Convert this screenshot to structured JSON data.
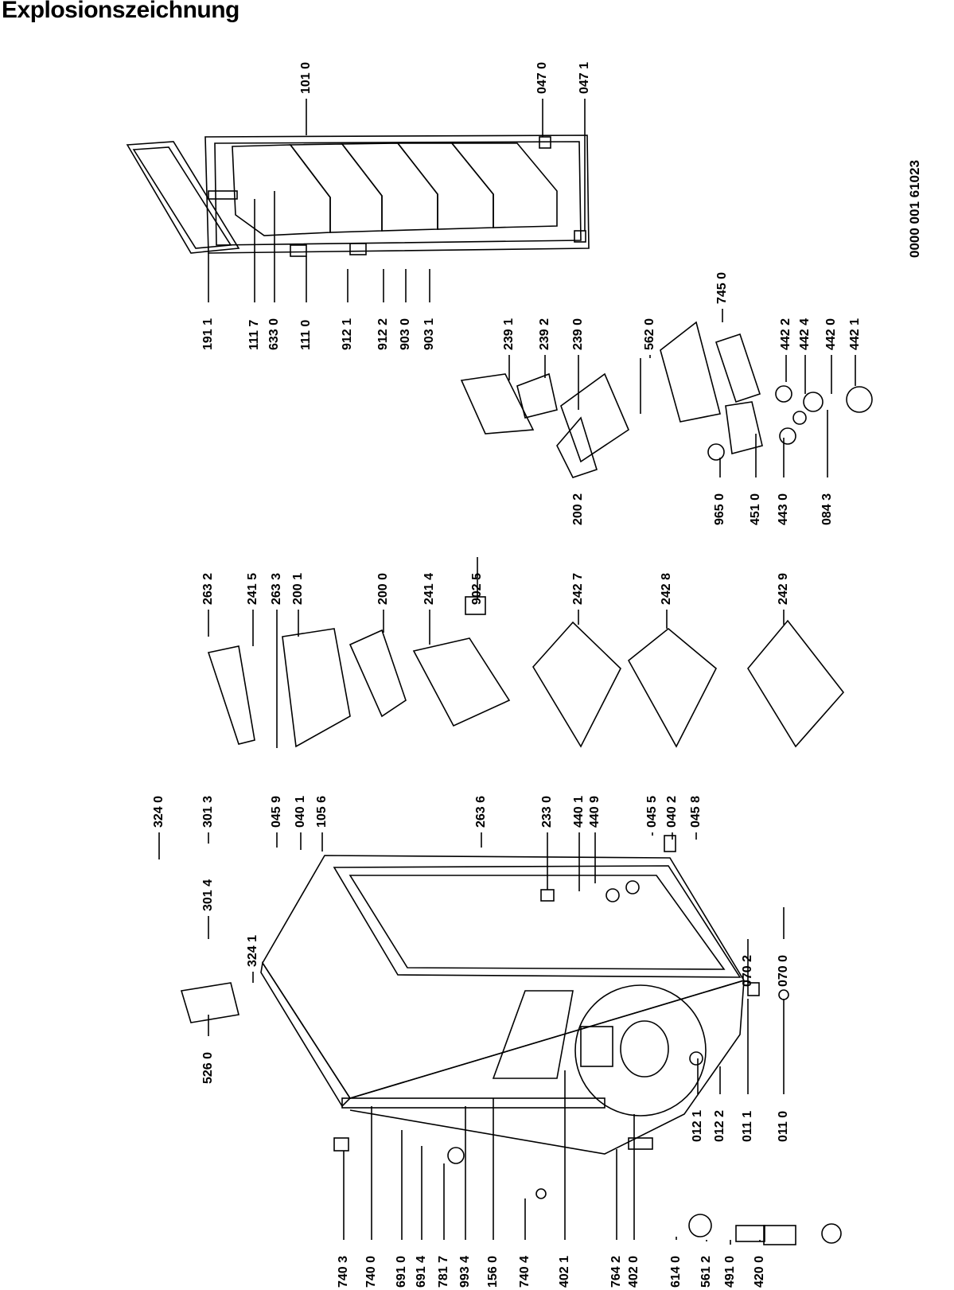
{
  "title": "Explosionszeichnung",
  "drawing_code": "0000 001 61023",
  "part_labels": [
    "101 0",
    "047 0",
    "047 1",
    "191 1",
    "111 7",
    "633 0",
    "111 0",
    "912 1",
    "912 2",
    "903 0",
    "903 1",
    "239 1",
    "239 2",
    "239 0",
    "562 0",
    "745 0",
    "442 2",
    "442 4",
    "442 0",
    "442 1",
    "200 2",
    "965 0",
    "451 0",
    "443 0",
    "084 3",
    "263 2",
    "241 5",
    "263 3",
    "200 1",
    "200 0",
    "241 4",
    "902 5",
    "242 7",
    "242 8",
    "242 9",
    "324 0",
    "301 3",
    "301 4",
    "324 1",
    "526 0",
    "045 9",
    "040 1",
    "105 6",
    "263 6",
    "233 0",
    "440 1",
    "440 9",
    "045 5",
    "040 2",
    "045 8",
    "070 0",
    "070 2",
    "012 1",
    "012 2",
    "011 1",
    "011 0",
    "740 3",
    "740 0",
    "691 0",
    "691 4",
    "781 7",
    "993 4",
    "156 0",
    "740 4",
    "402 1",
    "764 2",
    "402 0",
    "614 0",
    "561 2",
    "491 0",
    "420 0"
  ]
}
